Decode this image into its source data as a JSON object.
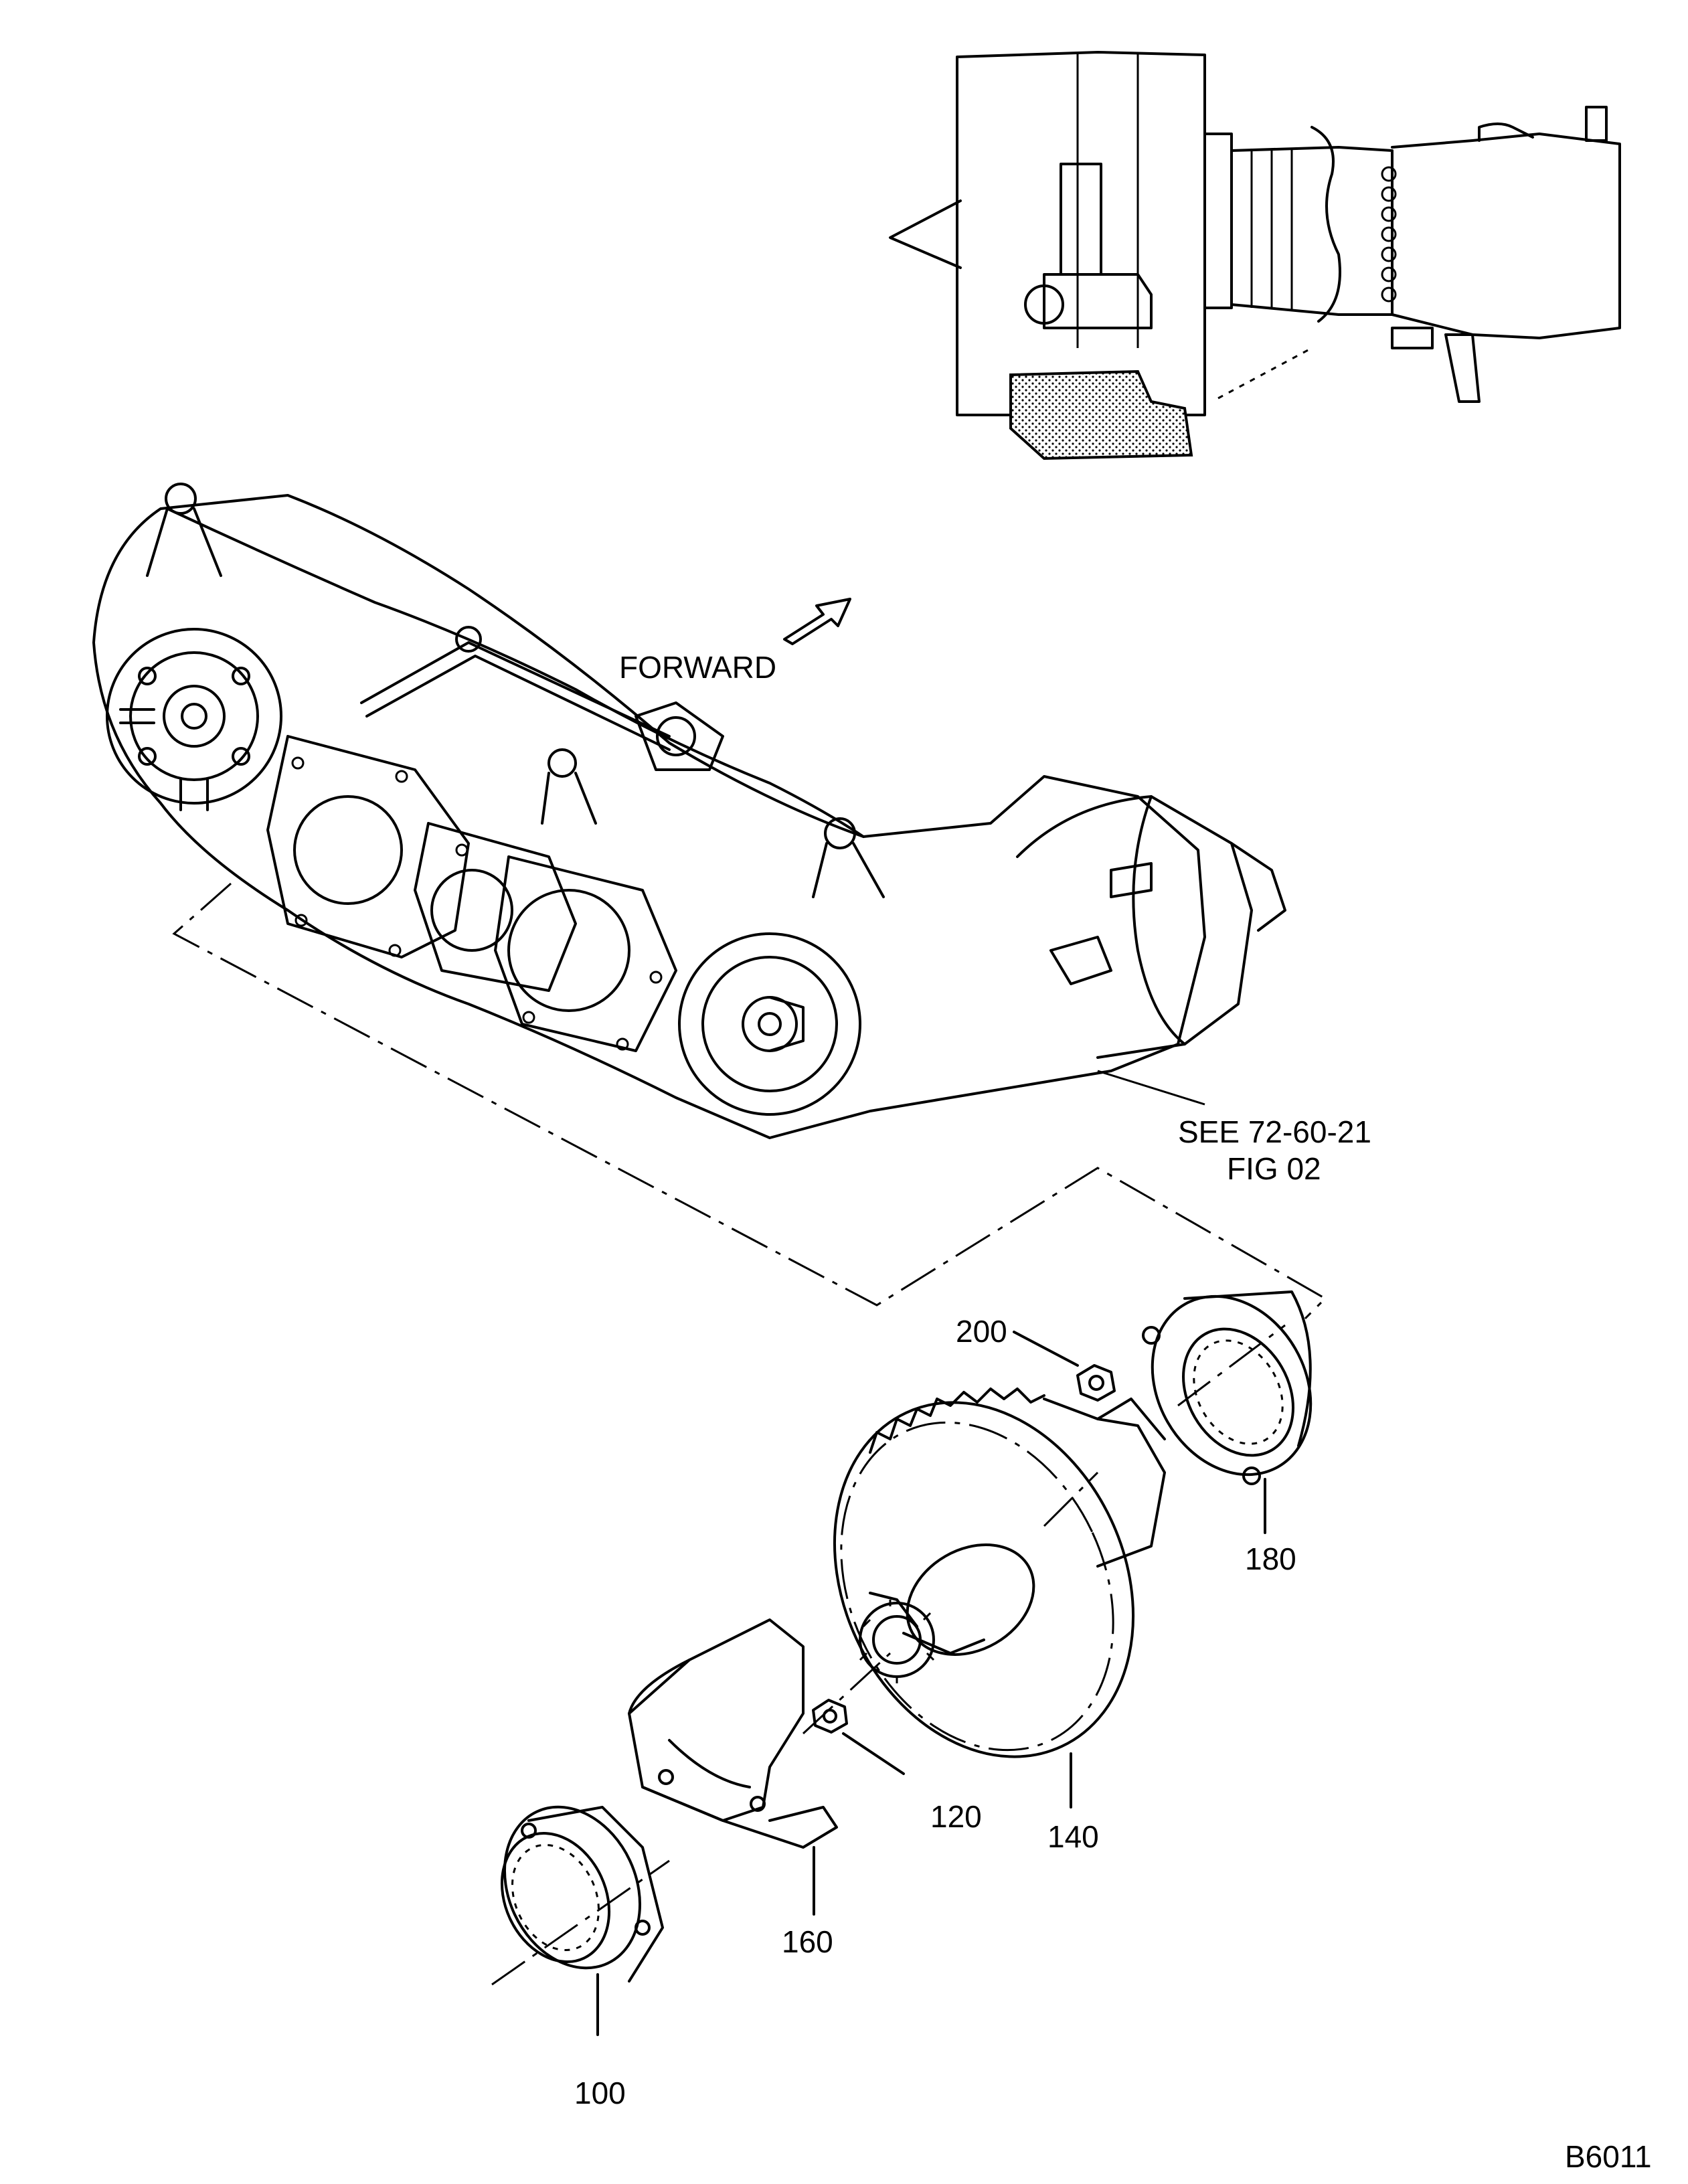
{
  "direction_label": "FORWARD",
  "reference": {
    "line1": "SEE 72-60-21",
    "line2": "FIG 02"
  },
  "callouts": {
    "c100": "100",
    "c120": "120",
    "c140": "140",
    "c160": "160",
    "c180": "180",
    "c200": "200"
  },
  "figure_id": "B6011"
}
